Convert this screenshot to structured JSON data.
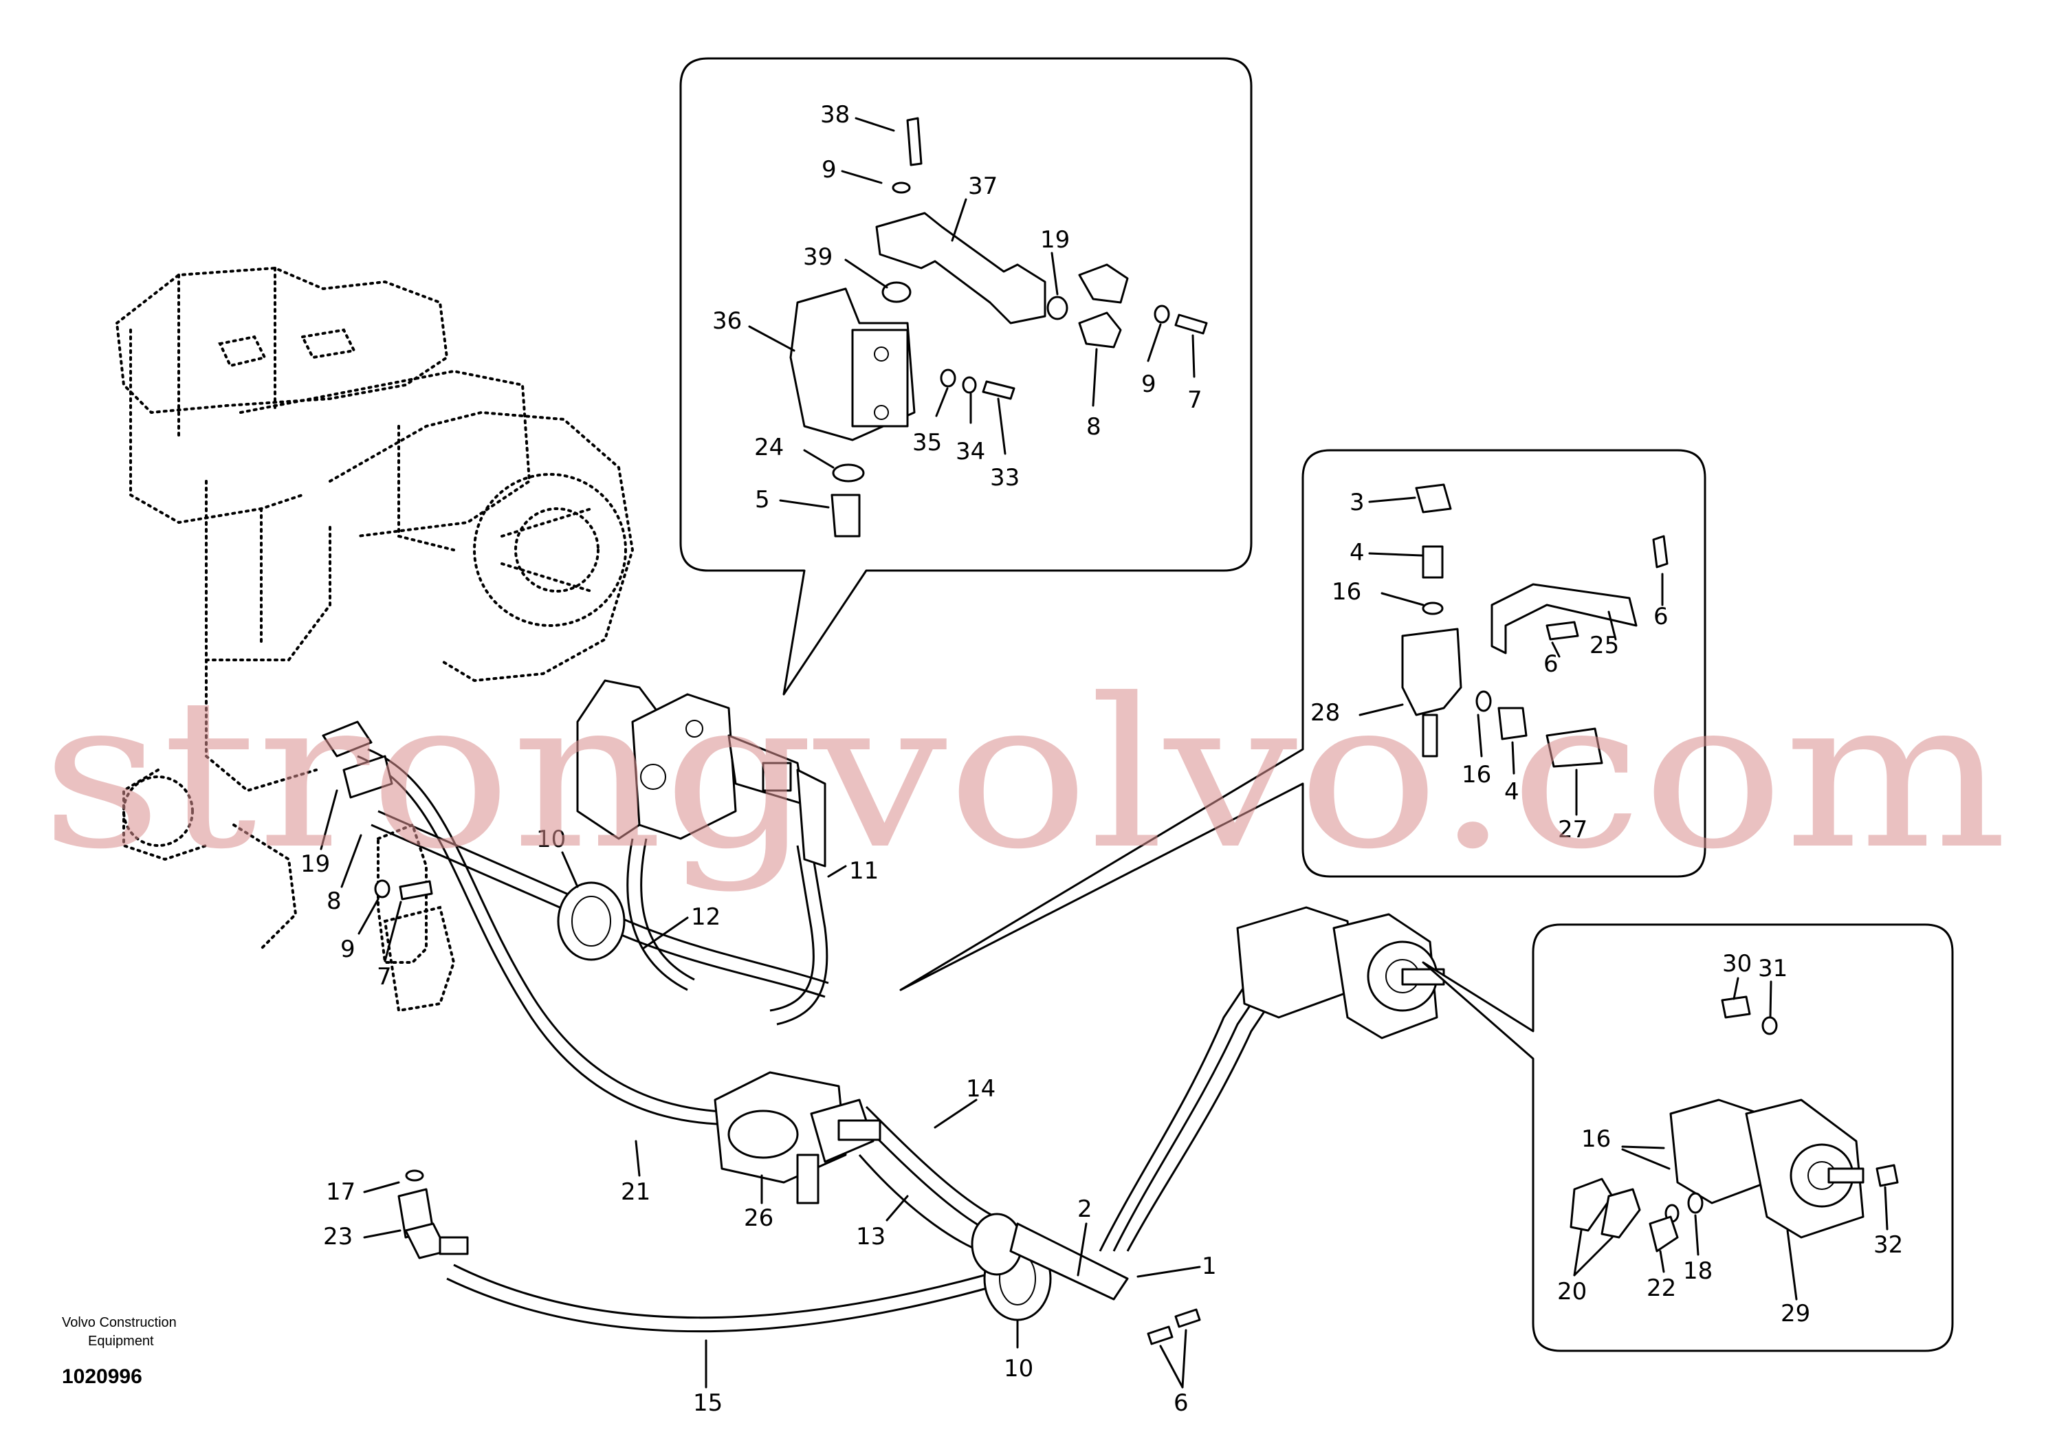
{
  "watermark": "strongvolvo.com",
  "caption": {
    "line1": "Volvo Construction",
    "line2": "Equipment"
  },
  "diagram_number": "1020996",
  "callouts": [
    {
      "id": "c38",
      "text": "38"
    },
    {
      "id": "c9a",
      "text": "9"
    },
    {
      "id": "c37",
      "text": "37"
    },
    {
      "id": "c39",
      "text": "39"
    },
    {
      "id": "c19a",
      "text": "19"
    },
    {
      "id": "c36",
      "text": "36"
    },
    {
      "id": "c9b",
      "text": "9"
    },
    {
      "id": "c7a",
      "text": "7"
    },
    {
      "id": "c8a",
      "text": "8"
    },
    {
      "id": "c35",
      "text": "35"
    },
    {
      "id": "c34",
      "text": "34"
    },
    {
      "id": "c33",
      "text": "33"
    },
    {
      "id": "c24",
      "text": "24"
    },
    {
      "id": "c5",
      "text": "5"
    },
    {
      "id": "c3",
      "text": "3"
    },
    {
      "id": "c4a",
      "text": "4"
    },
    {
      "id": "c16a",
      "text": "16"
    },
    {
      "id": "c6a",
      "text": "6"
    },
    {
      "id": "c25",
      "text": "25"
    },
    {
      "id": "c6b",
      "text": "6"
    },
    {
      "id": "c28",
      "text": "28"
    },
    {
      "id": "c16b",
      "text": "16"
    },
    {
      "id": "c4b",
      "text": "4"
    },
    {
      "id": "c27",
      "text": "27"
    },
    {
      "id": "c10a",
      "text": "10"
    },
    {
      "id": "c12",
      "text": "12"
    },
    {
      "id": "c11",
      "text": "11"
    },
    {
      "id": "c19b",
      "text": "19"
    },
    {
      "id": "c8b",
      "text": "8"
    },
    {
      "id": "c9c",
      "text": "9"
    },
    {
      "id": "c7b",
      "text": "7"
    },
    {
      "id": "c14",
      "text": "14"
    },
    {
      "id": "c21",
      "text": "21"
    },
    {
      "id": "c26",
      "text": "26"
    },
    {
      "id": "c13",
      "text": "13"
    },
    {
      "id": "c2",
      "text": "2"
    },
    {
      "id": "c1",
      "text": "1"
    },
    {
      "id": "c17",
      "text": "17"
    },
    {
      "id": "c23",
      "text": "23"
    },
    {
      "id": "c15",
      "text": "15"
    },
    {
      "id": "c10b",
      "text": "10"
    },
    {
      "id": "c6c",
      "text": "6"
    },
    {
      "id": "c30",
      "text": "30"
    },
    {
      "id": "c31",
      "text": "31"
    },
    {
      "id": "c16c",
      "text": "16"
    },
    {
      "id": "c32",
      "text": "32"
    },
    {
      "id": "c20",
      "text": "20"
    },
    {
      "id": "c22",
      "text": "22"
    },
    {
      "id": "c18",
      "text": "18"
    },
    {
      "id": "c29",
      "text": "29"
    }
  ]
}
